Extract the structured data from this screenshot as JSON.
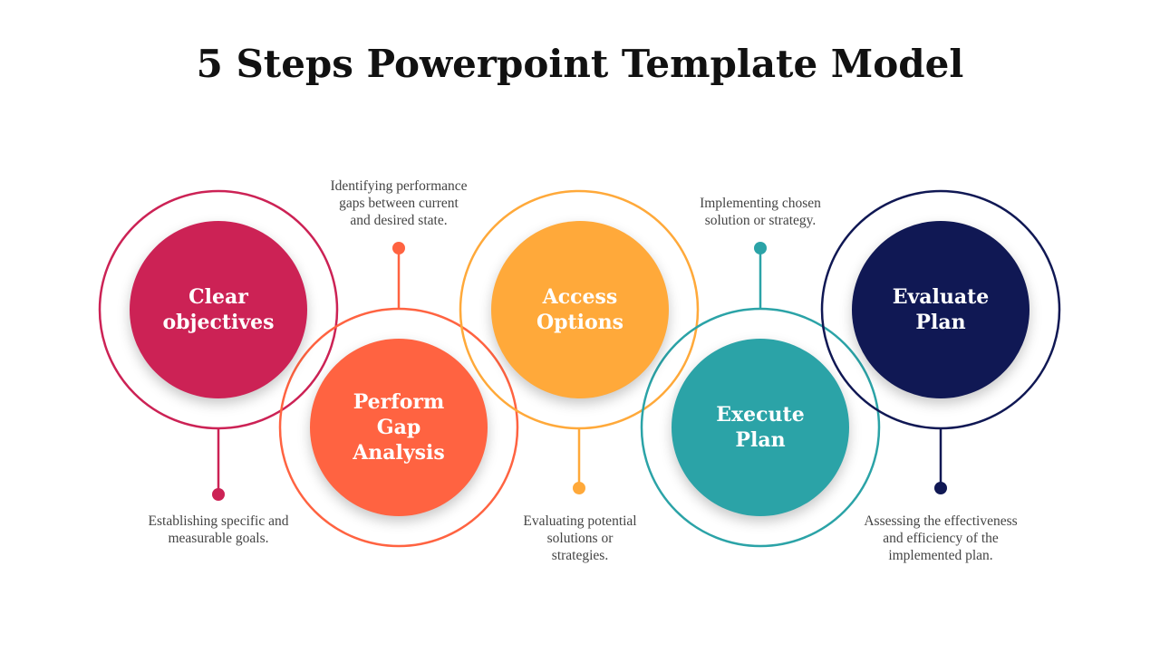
{
  "title": "5 Steps Powerpoint Template Model",
  "colors": {
    "step1": "#CC2255",
    "step2": "#FF6341",
    "step3": "#FFA93A",
    "step4": "#2BA3A7",
    "step5": "#101854"
  },
  "steps": [
    {
      "label": "Clear\nobjectives",
      "description": "Establishing specific and\nmeasurable goals."
    },
    {
      "label": "Perform\nGap\nAnalysis",
      "description": "Identifying performance\ngaps between current\nand desired state."
    },
    {
      "label": "Access\nOptions",
      "description": "Evaluating potential\nsolutions or\nstrategies."
    },
    {
      "label": "Execute\nPlan",
      "description": "Implementing chosen\nsolution or strategy."
    },
    {
      "label": "Evaluate\nPlan",
      "description": "Assessing the effectiveness\nand efficiency of the\nimplemented plan."
    }
  ]
}
